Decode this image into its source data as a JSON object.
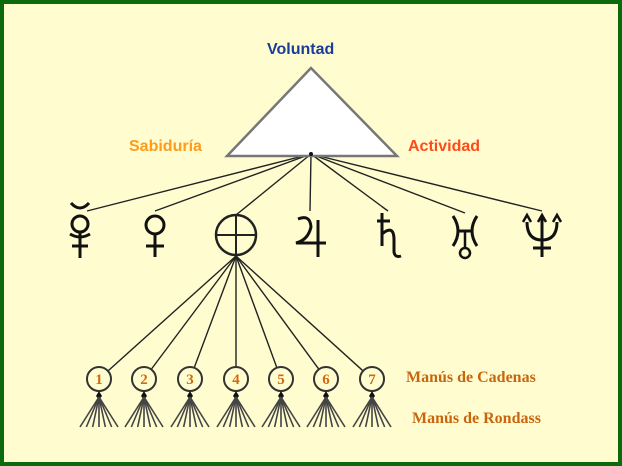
{
  "title_top": "Voluntad",
  "title_left": "Sabiduría",
  "title_right": "Actividad",
  "colors": {
    "voluntad": "#1a3c9a",
    "sabiduria": "#ff9a1a",
    "actividad": "#ff4a1a",
    "manus": "#c8660f",
    "background": "#fffdd0",
    "border": "#0b6a0b"
  },
  "planets": [
    {
      "name": "mercury",
      "glyph": "☿"
    },
    {
      "name": "venus",
      "glyph": "♀"
    },
    {
      "name": "earth",
      "glyph": "⊕"
    },
    {
      "name": "jupiter",
      "glyph": "♃"
    },
    {
      "name": "saturn",
      "glyph": "♄"
    },
    {
      "name": "uranus",
      "glyph": "♅"
    },
    {
      "name": "neptune",
      "glyph": "♆"
    }
  ],
  "chains": [
    "1",
    "2",
    "3",
    "4",
    "5",
    "6",
    "7"
  ],
  "label_chains": "Manús de Cadenas",
  "label_rounds": "Manús de Rondass"
}
